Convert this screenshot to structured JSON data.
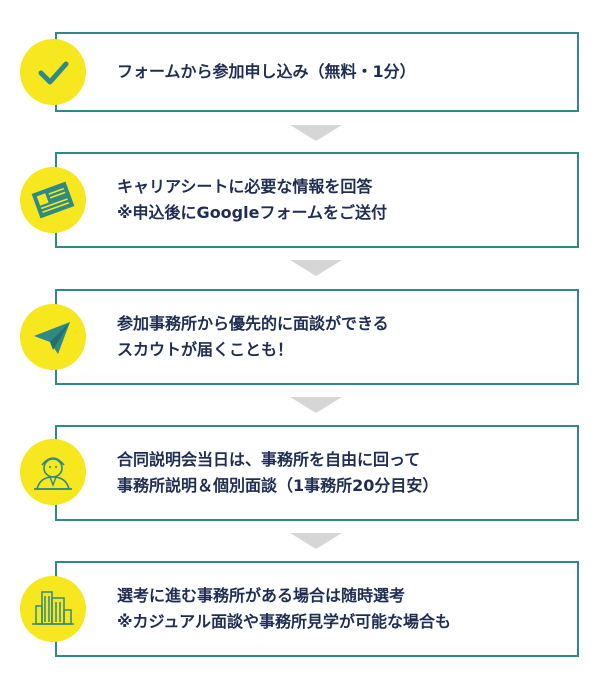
{
  "steps": [
    {
      "icon": "check-icon",
      "lines": [
        "フォームから参加申し込み（無料・1分）"
      ]
    },
    {
      "icon": "document-icon",
      "lines": [
        "キャリアシートに必要な情報を回答",
        "※申込後にGoogleフォームをご送付"
      ]
    },
    {
      "icon": "paper-plane-icon",
      "lines": [
        "参加事務所から優先的に面談ができる",
        "スカウトが届くことも！"
      ]
    },
    {
      "icon": "person-icon",
      "lines": [
        "合同説明会当日は、事務所を自由に回って",
        "事務所説明＆個別面談（1事務所20分目安）"
      ]
    },
    {
      "icon": "buildings-icon",
      "lines": [
        "選考に進む事務所がある場合は随時選考",
        "※カジュアル面談や事務所見学が可能な場合も"
      ]
    }
  ],
  "colors": {
    "border": "#2f8a87",
    "circle": "#f6e71e",
    "text": "#1f2d52",
    "arrow": "#d6d6d6",
    "icon": "#2f8a87"
  }
}
